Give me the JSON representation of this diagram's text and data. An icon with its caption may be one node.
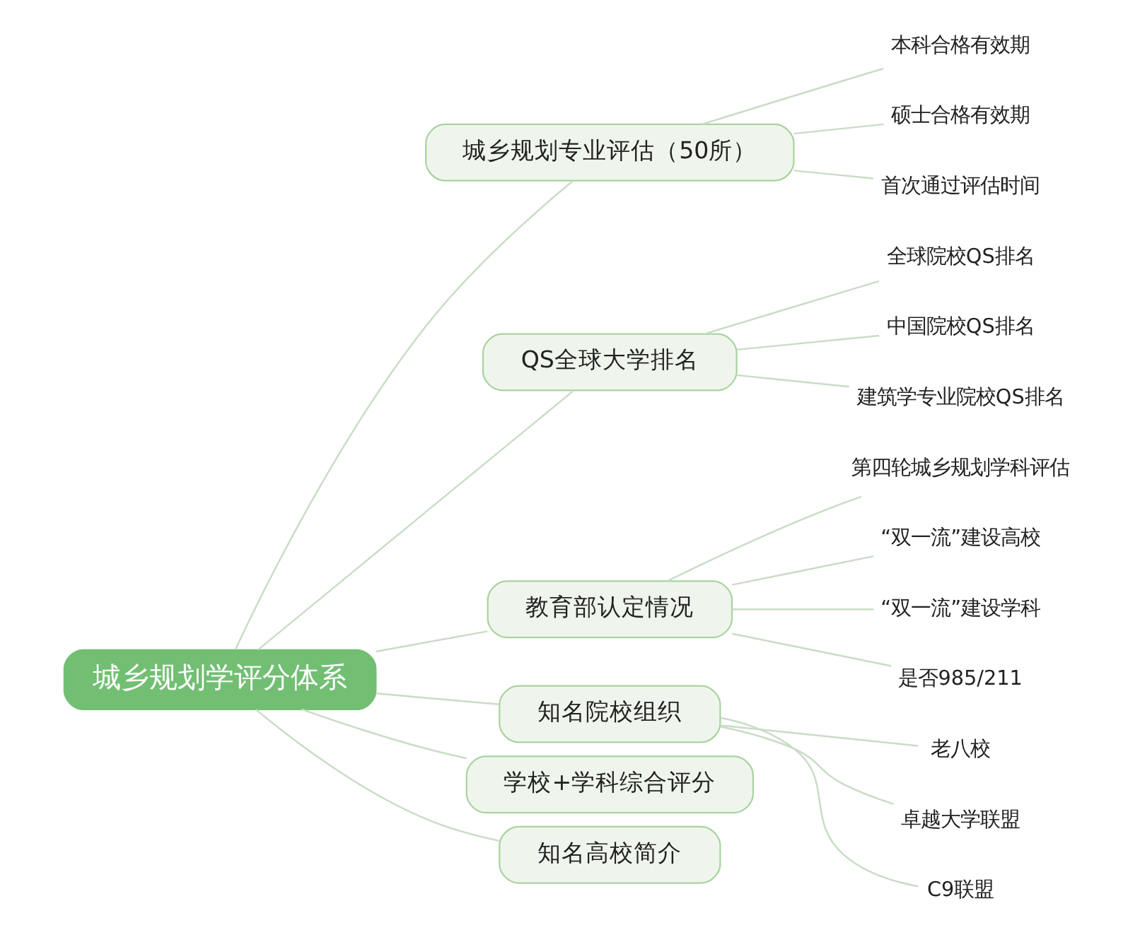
{
  "diagram": {
    "nodes": [
      {
        "text": [
          "城乡规划学评分体系"
        ]
      },
      {
        "text": [
          "城乡规划专业评估（50所）"
        ]
      },
      {
        "text": [
          "本科合格有效期"
        ]
      },
      {
        "text": [
          "硕士合格有效期"
        ]
      },
      {
        "text": [
          "首次通过评估时间"
        ]
      },
      {
        "text": [
          "QS全球大学排名"
        ]
      },
      {
        "text": [
          "全球院校QS排名"
        ]
      },
      {
        "text": [
          "中国院校QS排名"
        ]
      },
      {
        "text": [
          "建筑学专业院校QS排名"
        ]
      },
      {
        "text": [
          "教育部认定情况"
        ]
      },
      {
        "text": [
          "第四轮城乡规划学科评估"
        ]
      },
      {
        "text": [
          "“双一流”建设高校"
        ]
      },
      {
        "text": [
          "“双一流”建设学科"
        ]
      },
      {
        "text": [
          "是否985/211"
        ]
      },
      {
        "text": [
          "知名院校组织"
        ]
      },
      {
        "text": [
          "老八校"
        ]
      },
      {
        "text": [
          "卓越大学联盟"
        ]
      },
      {
        "text": [
          "C9联盟"
        ]
      },
      {
        "text": [
          "学校+学科综合评分"
        ]
      },
      {
        "text": [
          "知名高校简介"
        ]
      }
    ],
    "edges": [
      {
        "from": 0,
        "to": 1,
        "arrow": "none"
      },
      {
        "from": 1,
        "to": 2,
        "arrow": "none"
      },
      {
        "from": 1,
        "to": 3,
        "arrow": "none"
      },
      {
        "from": 1,
        "to": 4,
        "arrow": "none"
      },
      {
        "from": 0,
        "to": 5,
        "arrow": "none"
      },
      {
        "from": 5,
        "to": 6,
        "arrow": "none"
      },
      {
        "from": 5,
        "to": 7,
        "arrow": "none"
      },
      {
        "from": 5,
        "to": 8,
        "arrow": "none"
      },
      {
        "from": 0,
        "to": 9,
        "arrow": "none"
      },
      {
        "from": 9,
        "to": 10,
        "arrow": "none"
      },
      {
        "from": 9,
        "to": 11,
        "arrow": "none"
      },
      {
        "from": 9,
        "to": 12,
        "arrow": "none"
      },
      {
        "from": 9,
        "to": 13,
        "arrow": "none"
      },
      {
        "from": 0,
        "to": 14,
        "arrow": "none"
      },
      {
        "from": 14,
        "to": 15,
        "arrow": "none"
      },
      {
        "from": 14,
        "to": 16,
        "arrow": "none"
      },
      {
        "from": 14,
        "to": 17,
        "arrow": "none"
      },
      {
        "from": 0,
        "to": 18,
        "arrow": "none"
      },
      {
        "from": 0,
        "to": 19,
        "arrow": "none"
      }
    ]
  }
}
